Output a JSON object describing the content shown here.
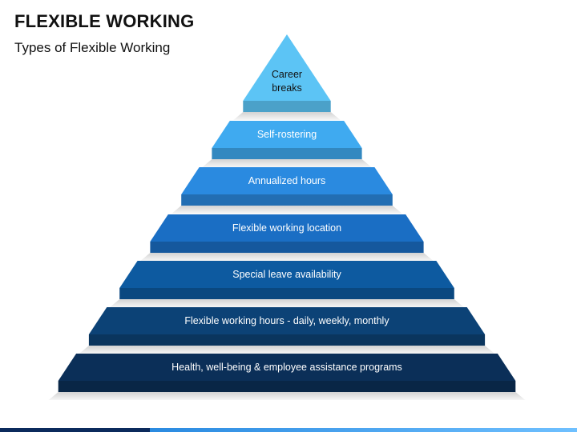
{
  "header": {
    "title": "FLEXIBLE WORKING",
    "subtitle": "Types of Flexible Working"
  },
  "pyramid": {
    "apex": {
      "label_lines": [
        "Career",
        "breaks"
      ],
      "color": "#5cc4f5"
    },
    "levels": [
      {
        "label": "Self-rostering",
        "color": "#3faaf0"
      },
      {
        "label": "Annualized hours",
        "color": "#2a8ae0"
      },
      {
        "label": "Flexible working location",
        "color": "#1a6ec4"
      },
      {
        "label": "Special leave availability",
        "color": "#0d5aa0"
      },
      {
        "label": "Flexible working hours - daily, weekly, monthly",
        "color": "#0c4276"
      },
      {
        "label": "Health, well-being & employee assistance programs",
        "color": "#0b2f58"
      }
    ]
  }
}
